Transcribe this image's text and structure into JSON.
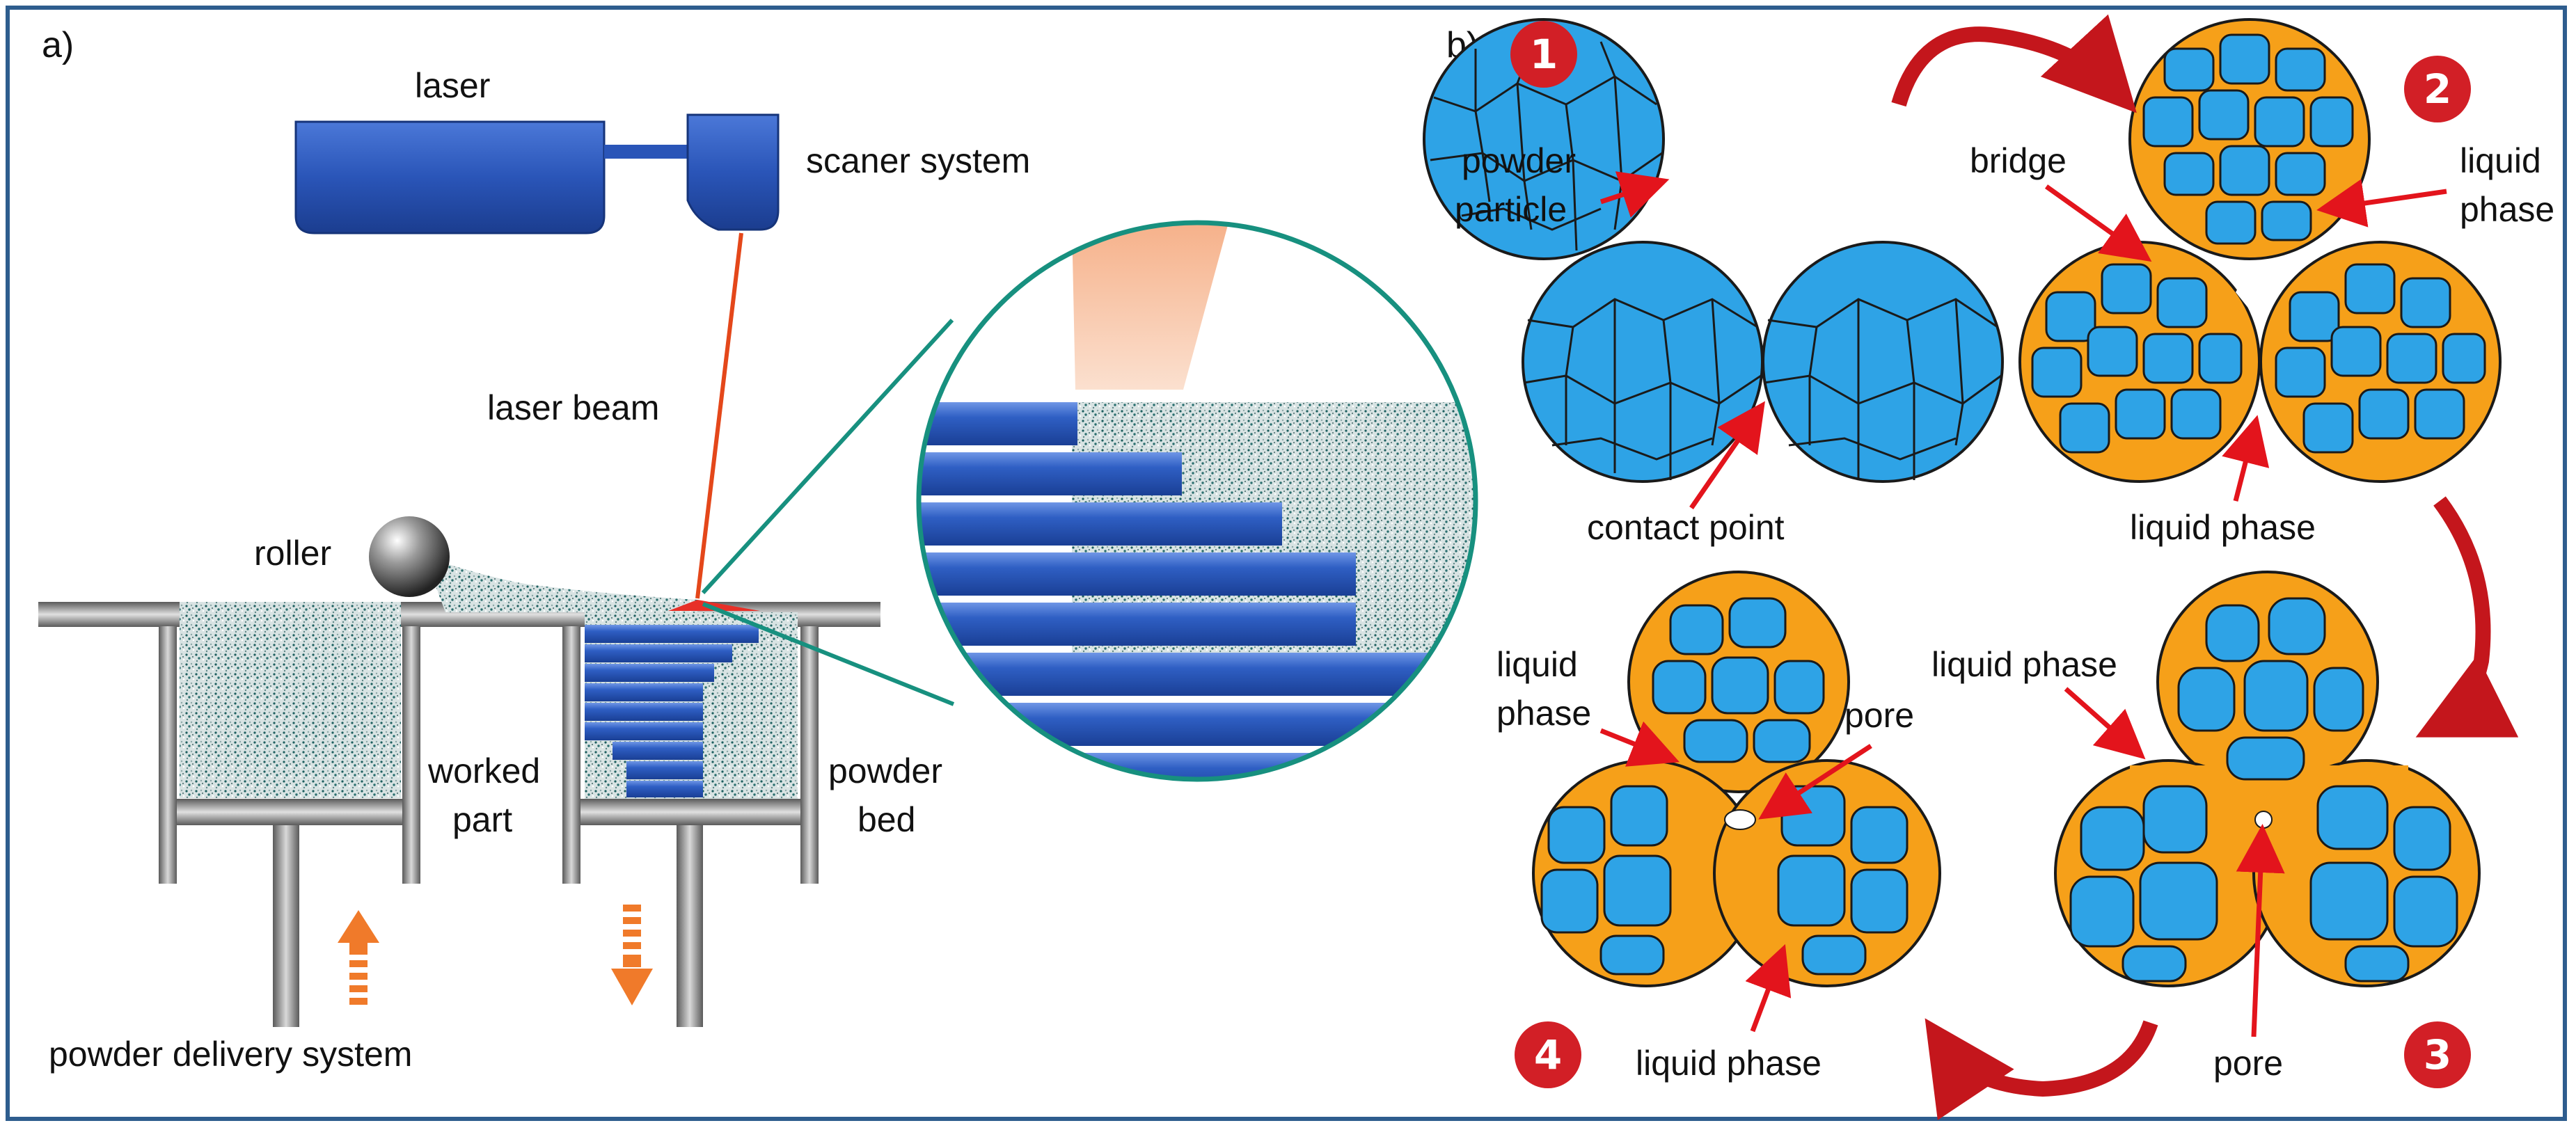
{
  "colors": {
    "frame": "#2e5d8e",
    "laser_blue": "#2f5fc4",
    "particle_blue": "#2ea3e6",
    "liquid_orange": "#f6a019",
    "arrow_red": "#e3141c",
    "badge_red": "#d21f26",
    "metal_gray": "#7d7d7d",
    "teal_outline": "#17907f",
    "down_arrow_orange": "#f07a2a"
  },
  "panel_a": {
    "label": "a)",
    "laser": "laser",
    "scanner": "scaner system",
    "laser_beam": "laser beam",
    "roller": "roller",
    "worked_part_1": "worked",
    "worked_part_2": "part",
    "powder_bed_1": "powder",
    "powder_bed_2": "bed",
    "powder_delivery": "powder delivery system"
  },
  "panel_b": {
    "label": "b)",
    "steps": [
      "1",
      "2",
      "3",
      "4"
    ],
    "step1": {
      "powder_particle_1": "powder",
      "powder_particle_2": "particle",
      "contact_point": "contact point"
    },
    "step2": {
      "bridge": "bridge",
      "liquid_phase_top_1": "liquid",
      "liquid_phase_top_2": "phase",
      "liquid_phase_bottom": "liquid phase"
    },
    "step3": {
      "liquid_phase": "liquid phase",
      "pore": "pore"
    },
    "step4": {
      "liquid_phase_left_1": "liquid",
      "liquid_phase_left_2": "phase",
      "pore": "pore",
      "liquid_phase_bottom": "liquid phase"
    }
  }
}
